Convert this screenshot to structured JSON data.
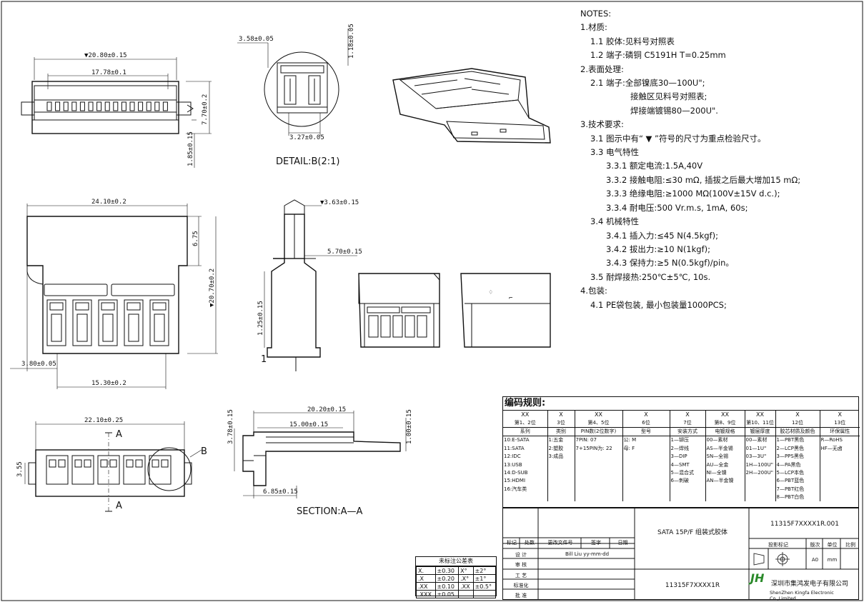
{
  "dimensions": {
    "front_width": "▼20.80±0.15",
    "front_pitch": "17.78±0.1",
    "front_height": "7.70±0.2",
    "front_base": "1.85±0.15",
    "detail_top": "3.58±0.05",
    "detail_height": "1.18±0.05",
    "detail_bottom": "3.27±0.05",
    "top_width": "24.10±0.2",
    "top_step": "6.75",
    "top_height": "▼20.70±0.2",
    "top_left": "3.80±0.05",
    "top_bottom": "15.30±0.2",
    "side_top": "▼3.63±0.15",
    "side_mid": "5.70±0.15",
    "side_low": "1.25±0.15",
    "bottom_width": "22.10±0.25",
    "bottom_height": "3.55",
    "section_total": "20.20±0.15",
    "section_mid": "15.00±0.15",
    "section_left": "3.78±0.15",
    "section_right": "1.00±0.15",
    "section_bottom": "6.85±0.15"
  },
  "labels": {
    "detail": "DETAIL:B(2:1)",
    "section": "SECTION:A—A",
    "section_mark": "A",
    "detail_mark": "B",
    "side_mark": "1"
  },
  "notes": [
    {
      "text": "NOTES:",
      "indent": 1
    },
    {
      "text": "1.材质:",
      "indent": 1
    },
    {
      "text": "1.1 胶体:见料号对照表",
      "indent": 2
    },
    {
      "text": "1.2 端子:磷铜 C5191H T=0.25mm",
      "indent": 2
    },
    {
      "text": "2.表面处理:",
      "indent": 1
    },
    {
      "text": "2.1 端子:全部镍底30—100U\";",
      "indent": 2
    },
    {
      "text": "接触区见料号对照表;",
      "indent": 4
    },
    {
      "text": "焊接端镀锡80—200U\".",
      "indent": 4
    },
    {
      "text": "3.技术要求:",
      "indent": 1
    },
    {
      "text": "3.1 图示中有“ ▼ ”符号的尺寸为重点检验尺寸。",
      "indent": 2
    },
    {
      "text": "3.3 电气特性",
      "indent": 2
    },
    {
      "text": "3.3.1 额定电流:1.5A,40V",
      "indent": 3
    },
    {
      "text": "3.3.2 接触电阻:≤30 mΩ, 插拔之后最大增加15 mΩ;",
      "indent": 3
    },
    {
      "text": "3.3.3 绝缘电阻:≥1000 MΩ(100V±15V d.c.);",
      "indent": 3
    },
    {
      "text": "3.3.4 耐电压:500 Vr.m.s, 1mA, 60s;",
      "indent": 3
    },
    {
      "text": "3.4 机械特性",
      "indent": 2
    },
    {
      "text": "3.4.1 插入力:≤45 N(4.5kgf);",
      "indent": 3
    },
    {
      "text": "3.4.2 拔出力:≥10 N(1kgf);",
      "indent": 3
    },
    {
      "text": "3.4.3 保持力:≥5 N(0.5kgf)/pin。",
      "indent": 3
    },
    {
      "text": "3.5 耐焊接热:250℃±5℃, 10s.",
      "indent": 2
    },
    {
      "text": "4.包装:",
      "indent": 1
    },
    {
      "text": "4.1 PE袋包装, 最小包装量1000PCS;",
      "indent": 2
    }
  ],
  "coding": {
    "title": "编码规则:",
    "codes": [
      "XX",
      "X",
      "XX",
      "X",
      "X",
      "XX",
      "XX",
      "X",
      "X"
    ],
    "positions": [
      "第1、2位",
      "3位",
      "第4、5位",
      "6位",
      "7位",
      "第8、9位",
      "第10、11位",
      "12位",
      "13位"
    ],
    "headers": [
      "系列",
      "类别",
      "PIN数(2位数字)",
      "型号",
      "安装方式",
      "电镀规格",
      "镀层厚度",
      "胶芯材质及颜色",
      "环保属性"
    ],
    "rows": [
      [
        "10:E-SATA",
        "1:五金",
        "7PIN: 07",
        "公: M",
        "1—铆压",
        "00—素材",
        "00—素材",
        "1—PBT黑色",
        "R—RoHS"
      ],
      [
        "11:SATA",
        "2:塑胶",
        "7+15PIN为: 22",
        "母: F",
        "2—焊线",
        "AS—半金锡",
        "01—1U\"",
        "2—LCP黑色",
        "HF—无卤"
      ],
      [
        "12:IDC",
        "3:成品",
        "",
        "",
        "3—DIP",
        "SN—全锡",
        "03—3U\"",
        "3—PPS黑色",
        ""
      ],
      [
        "13:USB",
        "",
        "",
        "",
        "4—SMT",
        "AU—全金",
        "1H—100U\"",
        "4—PA黑色",
        ""
      ],
      [
        "14:D-SUB",
        "",
        "",
        "",
        "5—混合式",
        "NI—全镍",
        "2H—200U\"",
        "5—LCP本色",
        ""
      ],
      [
        "15:HDMI",
        "",
        "",
        "",
        "6—刺破",
        "AN—半金镍",
        "",
        "6—PBT蓝色",
        ""
      ],
      [
        "16:汽车类",
        "",
        "",
        "",
        "",
        "",
        "",
        "7—PBT红色",
        ""
      ],
      [
        "",
        "",
        "",
        "",
        "",
        "",
        "",
        "8—PBT白色",
        ""
      ]
    ]
  },
  "title_block": {
    "product_name": "SATA 15P/F 组装式胶体",
    "drawing_no": "11315F7XXXX1R.001",
    "part_no": "11315F7XXXX1R",
    "projection": "投影标记",
    "version_label": "版次",
    "unit_label": "单位",
    "scale_label": "比例",
    "version": "A0",
    "unit": "mm",
    "rev_headers": [
      "标记",
      "处数",
      "更改文件号",
      "签字",
      "日期"
    ],
    "sign_rows": [
      "设 计",
      "审 核",
      "工 艺",
      "标准化",
      "批 准"
    ],
    "designer": "Bill Liu yy-mm-dd",
    "company_cn": "深圳市集鸿发电子有限公司",
    "company_en": "ShenZhen Kingfa Electronic Co.,Limited",
    "logo": "JH"
  },
  "tolerance": {
    "title": "未标注公差表",
    "rows": [
      [
        "X.",
        "±0.30",
        "X°",
        "±2°"
      ],
      [
        ".X",
        "±0.20",
        ".X°",
        "±1°"
      ],
      [
        ".XX",
        "±0.10",
        ".XX",
        "±0.5°"
      ],
      [
        ".XXX",
        "±0.05",
        "",
        ""
      ]
    ]
  }
}
